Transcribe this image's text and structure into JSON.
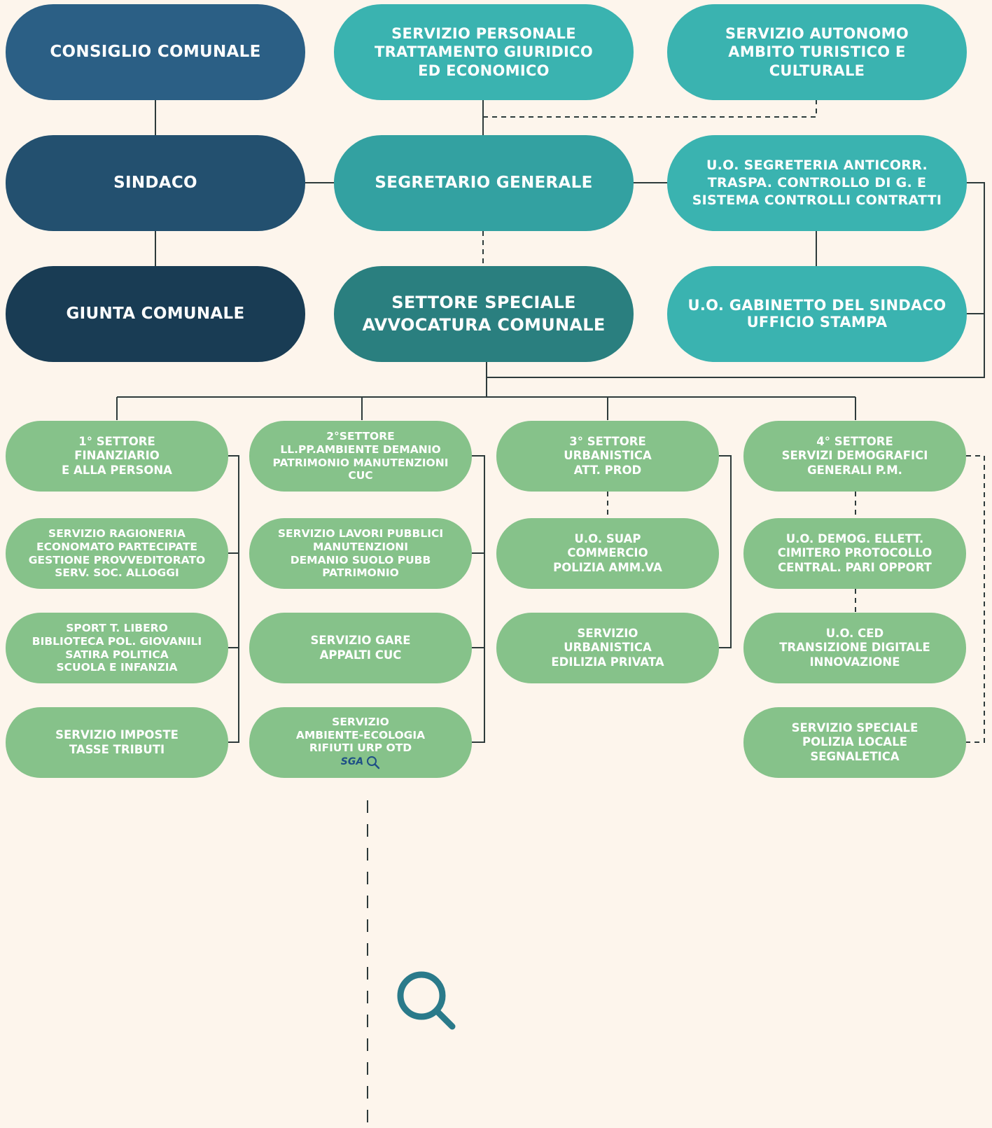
{
  "colors": {
    "background": "#fdf5ec",
    "consiglio": "#2b5f85",
    "sindaco": "#23506f",
    "giunta": "#193c54",
    "teal_light": "#3ab3b0",
    "teal_mid": "#33a1a1",
    "teal_dark": "#2a7f7f",
    "green": "#86c28a",
    "connector": "#2e3b3b",
    "sga_text": "#1e4f86",
    "search_icon": "#2a7a8a"
  },
  "nodes": {
    "consiglio": [
      "CONSIGLIO COMUNALE"
    ],
    "sindaco": [
      "SINDACO"
    ],
    "giunta": [
      "GIUNTA COMUNALE"
    ],
    "personale": [
      "SERVIZIO PERSONALE",
      "TRATTAMENTO GIURIDICO",
      "ED ECONOMICO"
    ],
    "turistico": [
      "SERVIZIO AUTONOMO",
      "AMBITO TURISTICO E",
      "CULTURALE"
    ],
    "segretario": [
      "SEGRETARIO GENERALE"
    ],
    "segreteria": [
      "U.O. SEGRETERIA ANTICORR.",
      "TRASPA. CONTROLLO DI G. E",
      "SISTEMA CONTROLLI CONTRATTI"
    ],
    "avvocatura": [
      "SETTORE SPECIALE",
      "AVVOCATURA COMUNALE"
    ],
    "gabinetto": [
      "U.O. GABINETTO DEL SINDACO",
      "UFFICIO STAMPA"
    ],
    "s1": [
      "1° SETTORE",
      "FINANZIARIO",
      "E ALLA PERSONA"
    ],
    "s1a": [
      "SERVIZIO RAGIONERIA",
      "ECONOMATO PARTECIPATE",
      "GESTIONE PROVVEDITORATO",
      "SERV. SOC. ALLOGGI"
    ],
    "s1b": [
      "SPORT T. LIBERO",
      "BIBLIOTECA POL. GIOVANILI",
      "SATIRA POLITICA",
      "SCUOLA E INFANZIA"
    ],
    "s1c": [
      "SERVIZIO IMPOSTE",
      "TASSE TRIBUTI"
    ],
    "s2": [
      "2°SETTORE",
      "LL.PP.AMBIENTE DEMANIO",
      "PATRIMONIO MANUTENZIONI",
      "CUC"
    ],
    "s2a": [
      "SERVIZIO LAVORI PUBBLICI",
      "MANUTENZIONI",
      "DEMANIO SUOLO PUBB",
      "PATRIMONIO"
    ],
    "s2b": [
      "SERVIZIO GARE",
      "APPALTI CUC"
    ],
    "s2c": [
      "SERVIZIO",
      "AMBIENTE-ECOLOGIA",
      "RIFIUTI URP OTD"
    ],
    "s3": [
      "3° SETTORE",
      "URBANISTICA",
      "ATT. PROD"
    ],
    "s3a": [
      "U.O. SUAP",
      "COMMERCIO",
      "POLIZIA AMM.VA"
    ],
    "s3b": [
      "SERVIZIO",
      "URBANISTICA",
      "EDILIZIA PRIVATA"
    ],
    "s4": [
      "4° SETTORE",
      "SERVIZI DEMOGRAFICI",
      "GENERALI P.M."
    ],
    "s4a": [
      "U.O. DEMOG. ELLETT.",
      "CIMITERO PROTOCOLLO",
      "CENTRAL. PARI OPPORT"
    ],
    "s4b": [
      "U.O. CED",
      "TRANSIZIONE DIGITALE",
      "INNOVAZIONE"
    ],
    "s4c": [
      "SERVIZIO SPECIALE",
      "POLIZIA LOCALE",
      "SEGNALETICA"
    ]
  },
  "sga_label": "SGA",
  "icons": {
    "small_search": "magnifier-icon",
    "large_search": "magnifier-icon"
  }
}
